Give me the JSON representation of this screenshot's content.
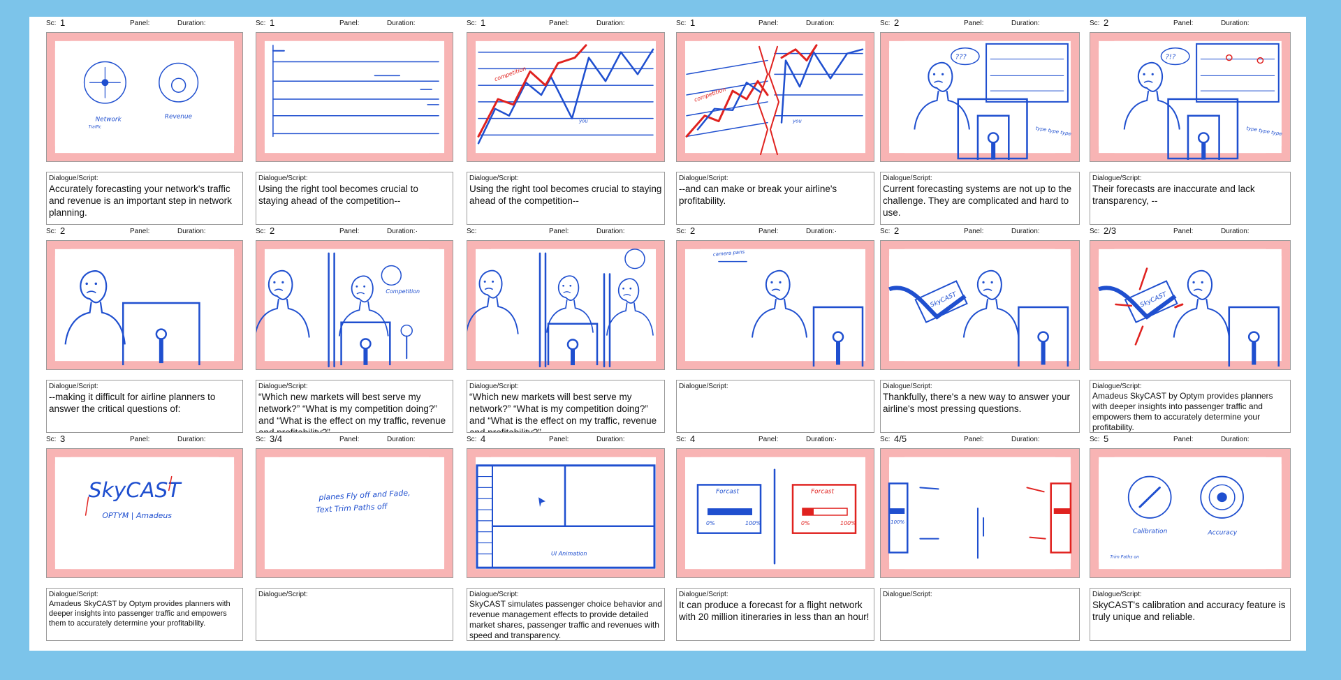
{
  "labels": {
    "scene": "Sc:",
    "panel": "Panel:",
    "duration": "Duration:",
    "duration_alt": "Duration:·",
    "dialogue": "Dialogue/Script:"
  },
  "colors": {
    "page_background": "#7cc4ea",
    "sheet": "#ffffff",
    "safe_zone": "#f8b4b4",
    "sketch_blue": "#1f4fcf",
    "sketch_red": "#e0221f"
  },
  "panels": [
    {
      "scene": "1",
      "dialogue": "Accurately forecasting your network's traffic and revenue is an important step in network planning.",
      "sketch_labels": [
        "Network",
        "Traffic",
        "Revenue"
      ]
    },
    {
      "scene": "1",
      "dialogue": "Using the right tool becomes crucial to staying ahead of the competition--",
      "sketch_labels": []
    },
    {
      "scene": "1",
      "dialogue": "Using the right tool becomes crucial to staying ahead of the competition--",
      "sketch_labels": [
        "competition",
        "you"
      ]
    },
    {
      "scene": "1",
      "dialogue": "--and can make or break your airline's profitability.",
      "sketch_labels": [
        "competition",
        "you"
      ]
    },
    {
      "scene": "2",
      "dialogue": "Current forecasting systems are not up to the challenge. They are complicated and hard to use.",
      "sketch_labels": [
        "???",
        "type type type"
      ]
    },
    {
      "scene": "2",
      "dialogue": "Their forecasts are inaccurate and lack transparency, --",
      "sketch_labels": [
        "?!?",
        "type type type"
      ]
    },
    {
      "scene": "2",
      "dialogue": "--making it difficult for airline planners to answer the critical questions of:",
      "sketch_labels": []
    },
    {
      "scene": "2",
      "dialogue": "“Which new markets will best serve my network?” “What is my competition doing?” and “What is the effect on my traffic, revenue and profitability?”",
      "sketch_labels": [
        "Competition"
      ]
    },
    {
      "scene": "",
      "dialogue": "“Which new markets will best serve my network?” “What is my competition doing?” and “What is the effect on my traffic, revenue and profitability?”",
      "sketch_labels": []
    },
    {
      "scene": "2",
      "dialogue": "",
      "sketch_labels": [
        "camera pans"
      ]
    },
    {
      "scene": "2",
      "dialogue": "Thankfully, there's a new way to answer your airline's most pressing questions.",
      "sketch_labels": [
        "SkyCAST"
      ]
    },
    {
      "scene": "2/3",
      "dialogue": "Amadeus SkyCAST by Optym provides planners with deeper insights into passenger traffic and empowers them to accurately determine your profitability.",
      "sketch_labels": [
        "SkyCAST"
      ]
    },
    {
      "scene": "3",
      "dialogue": "Amadeus SkyCAST by Optym provides planners with deeper insights into passenger traffic and empowers them to accurately determine your profitability.",
      "sketch_labels": [
        "SkyCAST",
        "OPTYM | Amadeus"
      ]
    },
    {
      "scene": "3/4",
      "dialogue": "",
      "sketch_labels": [
        "planes Fly off and Fade,",
        "Text Trim Paths off"
      ]
    },
    {
      "scene": "4",
      "dialogue": "SkyCAST simulates passenger choice behavior and revenue management effects to provide detailed market shares, passenger traffic and revenues with speed and transparency.",
      "sketch_labels": [
        "UI Animation"
      ]
    },
    {
      "scene": "4",
      "dialogue": "It can produce a forecast for a flight network with 20 million itineraries in less than an hour!",
      "sketch_labels": [
        "Forcast",
        "0%",
        "100%",
        "Forcast",
        "0%",
        "100%"
      ]
    },
    {
      "scene": "4/5",
      "dialogue": "",
      "sketch_labels": [
        "100%"
      ]
    },
    {
      "scene": "5",
      "dialogue": "SkyCAST's calibration and accuracy feature is truly unique and reliable.",
      "sketch_labels": [
        "Calibration",
        "Accuracy",
        "Trim Paths on"
      ]
    }
  ]
}
